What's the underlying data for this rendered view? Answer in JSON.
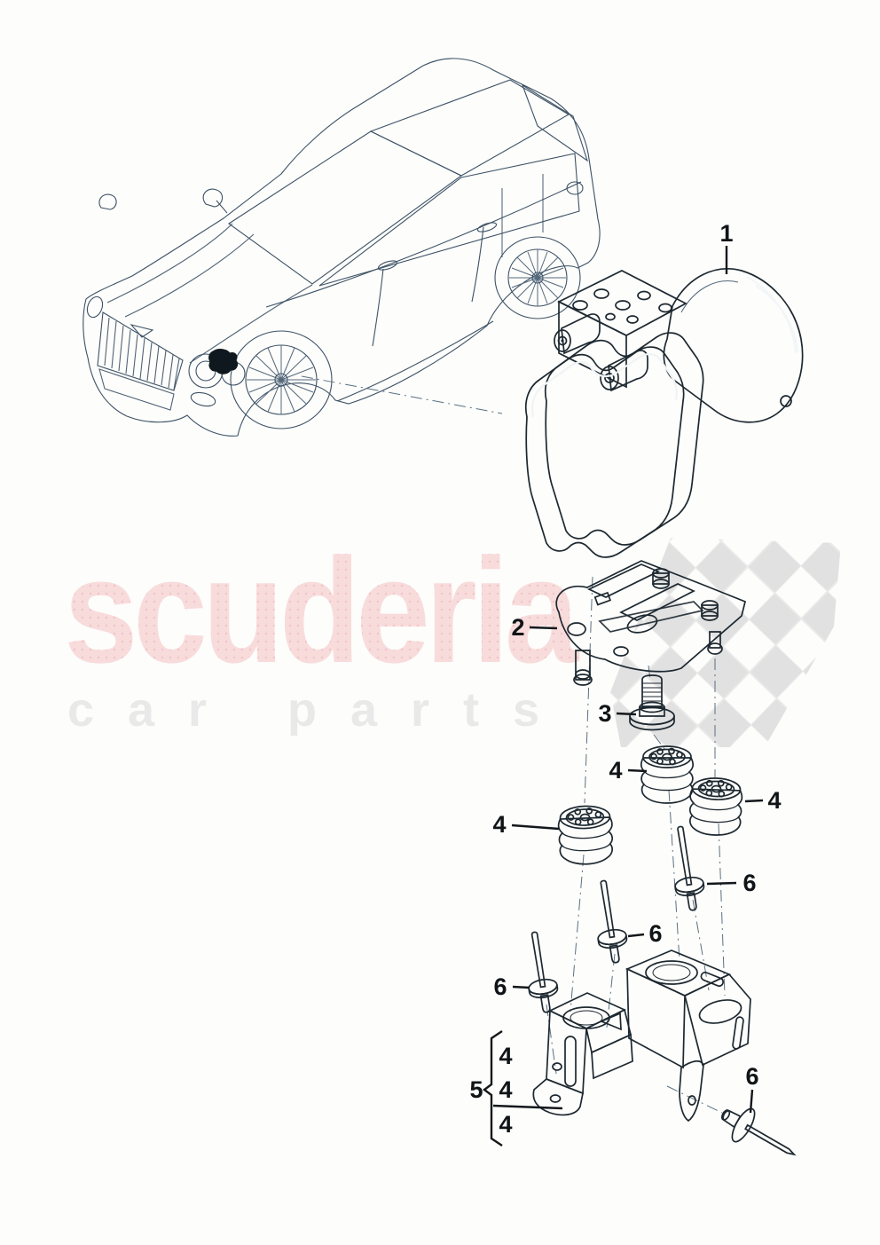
{
  "page": {
    "background_color": "#fdfdfb"
  },
  "watermark": {
    "brand": "scuderia",
    "tagline": "car parts",
    "brand_color": "#f8dcdc",
    "brand_dot_color": "#f0c3c8",
    "tagline_color": "#e9e9e9",
    "flag_fill": "#dcdcdc",
    "flag_outline": "#e7e7e7"
  },
  "palette": {
    "part_line": "#1d2830",
    "part_fill_light": "#e3eaef",
    "part_fill_mid": "#c4d2dc",
    "part_fill_dark": "#9db2c1",
    "glass": "#c5d4e0",
    "car_line": "#3d5266",
    "callout_color": "#101417"
  },
  "callouts": {
    "part1": "1",
    "part2": "2",
    "part3": "3",
    "part4_top": "4",
    "part4_right": "4",
    "part4_left": "4",
    "part5": "5",
    "part5_items": [
      "4",
      "4",
      "4"
    ],
    "part6_upper": "6",
    "part6_middle": "6",
    "part6_left": "6",
    "part6_rivet": "6"
  }
}
